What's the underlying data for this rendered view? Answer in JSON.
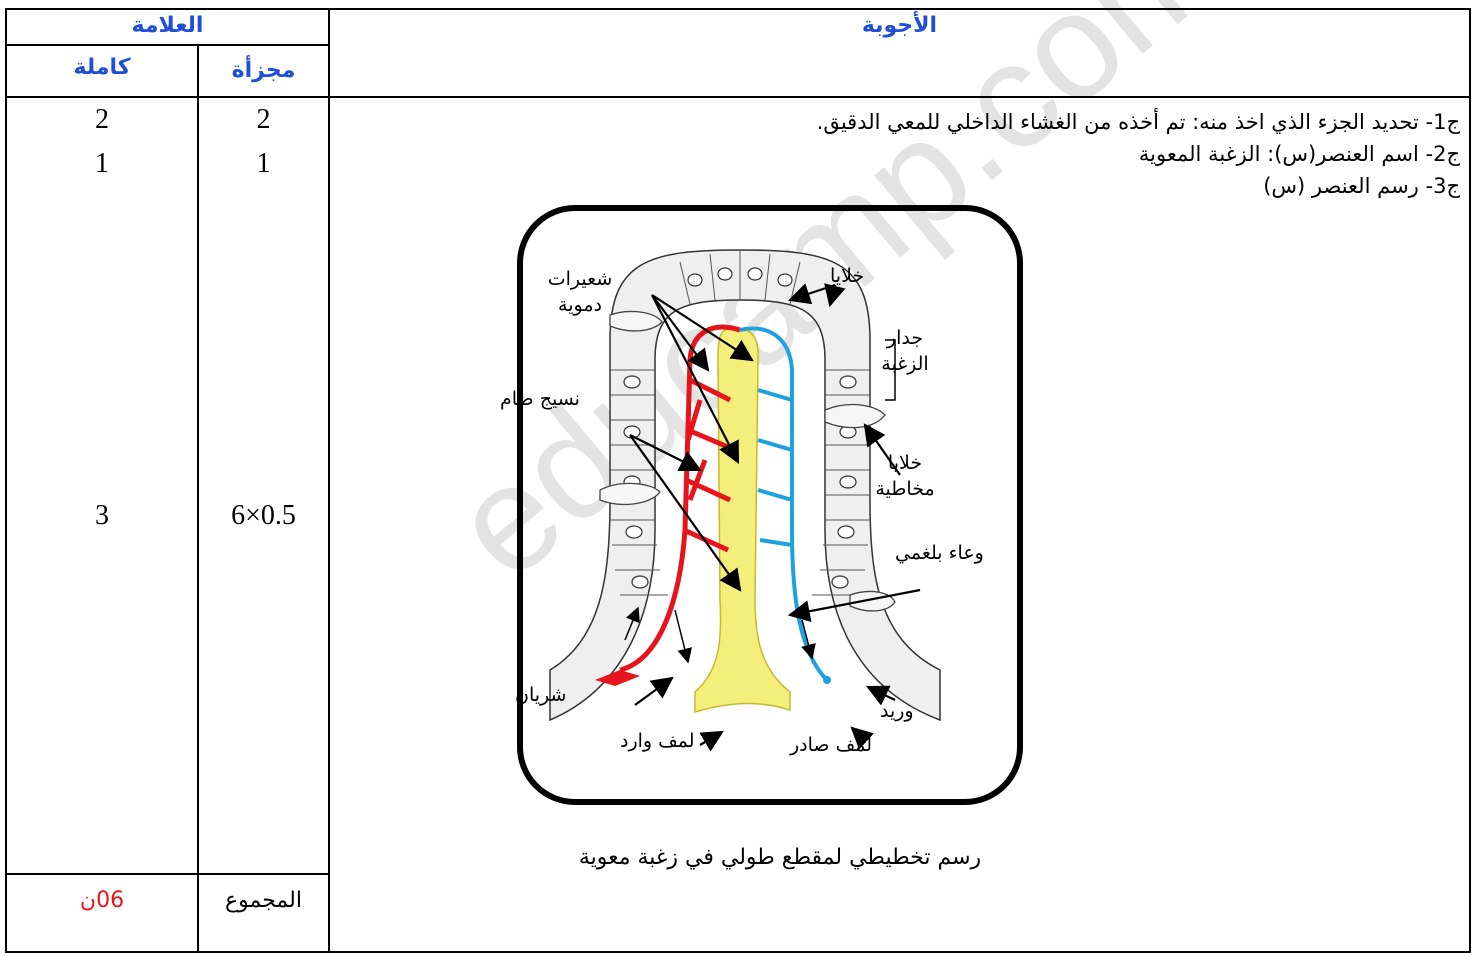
{
  "header": {
    "grade_title": "العلامة",
    "answers_title": "الأجوبة",
    "full_label": "كاملة",
    "partial_label": "مجزأة"
  },
  "marks": {
    "row1_full": "2",
    "row1_partial": "2",
    "row2_full": "1",
    "row2_partial": "1",
    "row3_full": "3",
    "row3_partial": "6×0.5"
  },
  "answers": {
    "a1": "ج1- تحديد الجزء الذي اخذ منه: تم أخذه من الغشاء الداخلي للمعي الدقيق.",
    "a2": "ج2- اسم العنصر(س): الزغبة المعوية",
    "a3": "ج3- رسم العنصر (س)"
  },
  "diagram": {
    "labels": {
      "capillaries": "شعيرات دموية",
      "cells": "خلايا",
      "wall": "جدار الزغبة",
      "connective": "نسيج ضام",
      "mucus_cells": "خلايا مخاطية",
      "lymph_vessel": "وعاء بلغمي",
      "artery": "شريان",
      "vein": "وريد",
      "lymph_in": "لمف وارد",
      "lymph_out": "لمف صادر"
    },
    "caption": "رسم تخطيطي لمقطع طولي في زغبة معوية",
    "colors": {
      "artery": "#e8141b",
      "vein": "#1fa0e0",
      "lymph": "#f4ee7a"
    }
  },
  "total": {
    "label": "المجموع",
    "value": "06ن",
    "value_color": "#e8141b"
  },
  "watermark": "educamp.com/exa"
}
